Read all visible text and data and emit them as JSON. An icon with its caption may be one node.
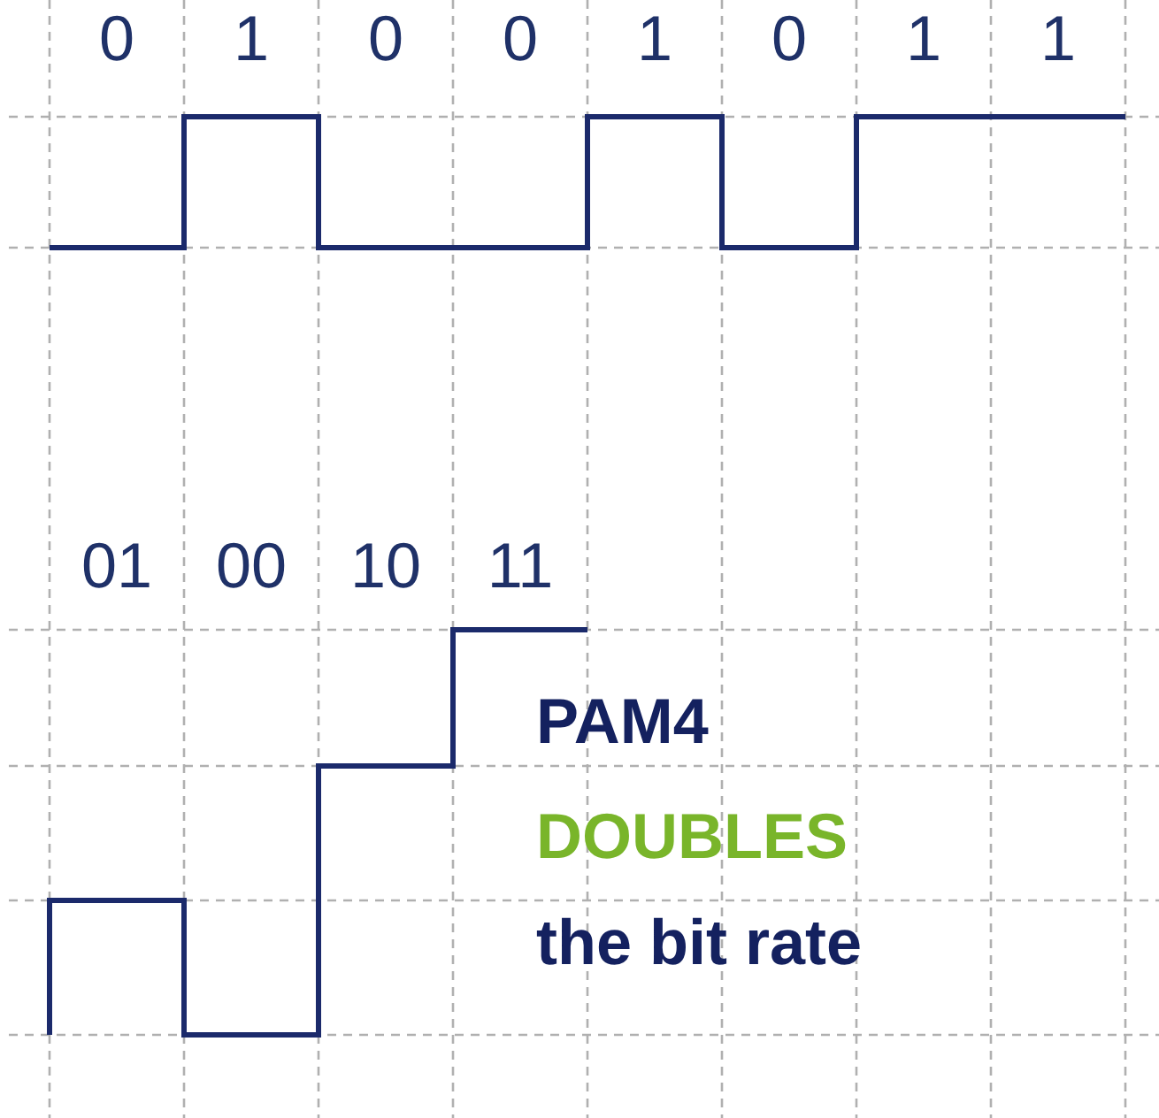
{
  "diagram": {
    "labels": [
      "0",
      "1",
      "0",
      "0",
      "1",
      "0",
      "1",
      "1",
      "01",
      "00",
      "10",
      "11",
      "PAM4",
      "DOUBLES",
      "the bit rate"
    ]
  }
}
